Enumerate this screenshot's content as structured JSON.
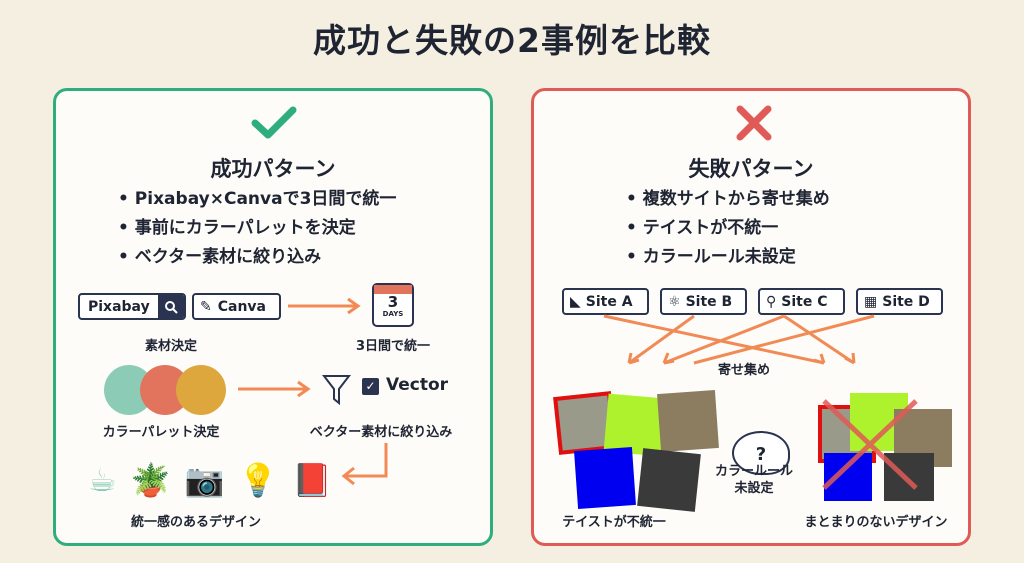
{
  "title": "成功と失敗の2事例を比較",
  "success": {
    "heading": "成功パターン",
    "bullets": [
      "Pixabay×Canvaで3日間で統一",
      "事前にカラーパレットを決定",
      "ベクター素材に絞り込み"
    ],
    "pixabay": "Pixabay",
    "canva": "Canva",
    "step1": "素材決定",
    "calendar_num": "3",
    "calendar_unit": "DAYS",
    "step2": "3日間で統一",
    "step3": "カラーパレット決定",
    "vector": "Vector",
    "step4": "ベクター素材に絞り込み",
    "step5": "統一感のあるデザイン",
    "palette": [
      "#8ccbb5",
      "#e2745e",
      "#dea73e"
    ]
  },
  "failure": {
    "heading": "失敗パターン",
    "bullets": [
      "複数サイトから寄せ集め",
      "テイストが不統一",
      "カラールール未設定"
    ],
    "sites": [
      "Site A",
      "Site B",
      "Site C",
      "Site D"
    ],
    "gather": "寄せ集め",
    "mixed": "テイストが不統一",
    "palette_label_1": "カラールール",
    "palette_label_2": "未設定",
    "palette_q": "?",
    "result": "まとまりのないデザイン"
  },
  "colors": {
    "success": "#2fae7d",
    "failure": "#e05a57",
    "arrow": "#f28a55",
    "navy": "#2a3350"
  }
}
